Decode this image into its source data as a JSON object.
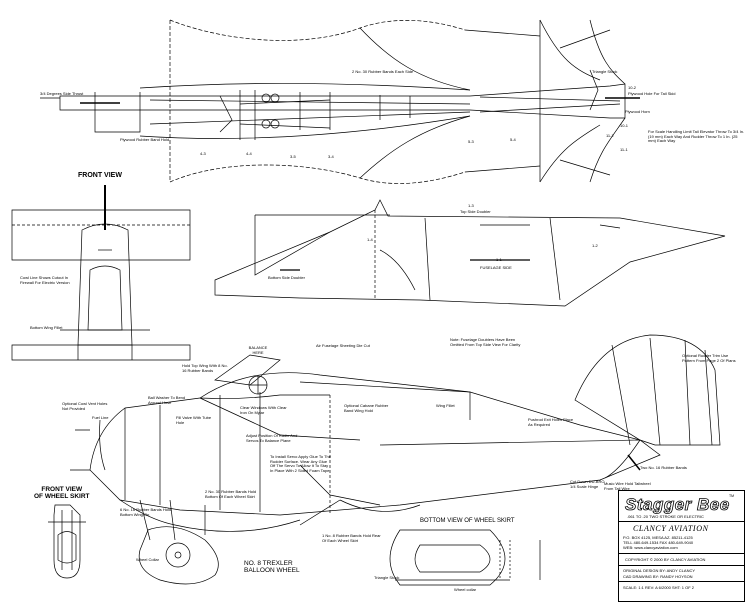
{
  "top_view": {
    "thrust_note": "3/4 Degrees Side Thrust",
    "rubber_bands_note": "2 No. 30 Rubber Bands Each Side",
    "triangle_stock": "Triangle Stock",
    "plywood_hole_note": "Plywood Hole For Tail Skid",
    "plywood_rubber_band_hold": "Plywood Rubber Band Hold",
    "scale_handling_note": "For Scale Handling Limit Tail Elevator Throw To 3/4 In. (19 mm) Each Way And Rudder Throw To 1 In. (25 mm) Each Way",
    "plywood_horn": "Plywood Horn",
    "parts": [
      "4-3",
      "4-4",
      "3-5",
      "3-4",
      "5-3",
      "5-4",
      "10-2",
      "10-1",
      "11-2",
      "11-1"
    ]
  },
  "front_view": {
    "title": "FRONT VIEW",
    "cutout_note": "Cowl Line Shows Cutout In Firewall For Electric Version",
    "bottom_wing_fillet": "Bottom Wing Fillet"
  },
  "fuselage_side": {
    "top_side_doubler": "Top Side Doubler",
    "bottom_side_doubler": "Bottom Side Doubler",
    "fuselage_side": "FUSELAGE SIDE",
    "parts": [
      "1-3",
      "1-2",
      "1-1",
      "1-4"
    ]
  },
  "side_view": {
    "sheeting_note": "Air Fuselage Sheeting Die Cut",
    "stringers_note": "Note: Fuselage Doublers Have Been Omitted From Top Side View For Clarity",
    "balance": "BALANCE HERE",
    "hold_top_wing": "Hold Top Wing With 8 No. 16 Rubber Bands",
    "ball_washer": "Ball Washer To Bend Around Hose",
    "optional_cowl": "Optional Cowl Vent Holes Not Provided",
    "fuel_line": "Fuel Line",
    "fill_valve": "Fill Valve With Tube Hole",
    "clear_windows": "Clear Windows With Clear Iron On Mylar",
    "optional_cabane": "Optional Cabane Rubber Band Wing Hold",
    "wing_fillet": "Wing Fillet",
    "radio_position": "Adjust Position Of Radio And Servos To Balance Plane",
    "servo_note": "To Install Servo Apply Glue To The Rudder Surface. Wear Any Glue Off The Servo To Allow It To Stay In Place With 2 Sided Foam Tape",
    "pushrod_exit": "Pushrod Exit Holes Place As Required",
    "wheel_bands": "2 No. 30 Rubber Bands Hold Bottom Of Each Wheel Skirt",
    "bands_wing": "6 No. 16 Rubber Bands Hold Bottom Wing On",
    "rudder_horn": "Two No. 16 Rubber Bands",
    "music_wire": "Music Wire Hold Tailwheel From Tail Wire",
    "cut_down": "Cut Down DU-BRO 1/4 Scale Hinge",
    "trim_tab": "Optional Rudder Trim Use Pattern From Page 2 Of Plans"
  },
  "wheel": {
    "front_view_title": "FRONT VIEW\nOF WHEEL SKIRT",
    "wheel_name": "NO. 8 TREXLER\nBALLOON WHEEL",
    "wheel_collar": "Wheel Collar",
    "bottom_view_title": "BOTTOM VIEW OF WHEEL SKIRT",
    "wheel_band_note": "1 No. 8 Rubber Bands Hold Rear Of Each Wheel Skirt",
    "triangle_stock": "Triangle Stock",
    "wheel_collar_2": "Wheel collar"
  },
  "title_block": {
    "logo": "Stagger Bee",
    "tm": "TM",
    "engine": ".061 TO .20 TWO STROKE OR ELECTRIC",
    "company": "CLANCY AVIATION",
    "address": "P.O. BOX 4125,   MESA AZ.   85211-4125",
    "phone": "TELL  480-649-1534     FAX  480-649-9040",
    "web": "WEB: www.clancyaviation.com",
    "copyright": "COPYRIGHT © 2000  BY  CLANCY AVIATION",
    "designer": "ORIGINAL DESIGN BY: ANDY CLANCY",
    "cad": "CAD DRAWING BY: RANDY HOYSON",
    "scale": "SCALE: 1:1   REV: A     6/2000     SHT: 1 OF 2"
  }
}
